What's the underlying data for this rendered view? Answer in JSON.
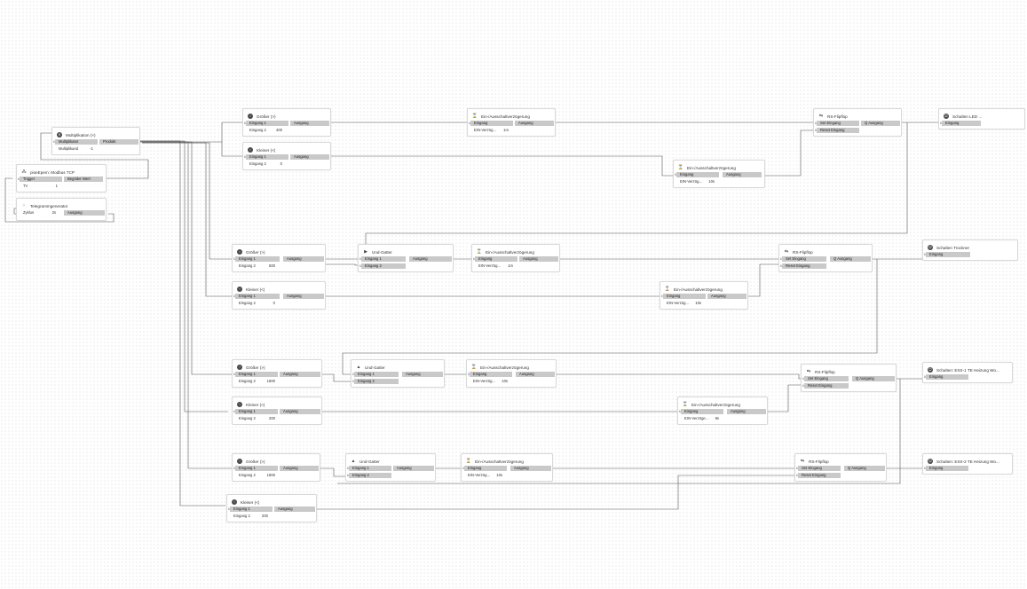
{
  "nodes": {
    "mult": {
      "title": "Multiplikation (×)",
      "in1": "Multiplikator",
      "out1": "Produkt",
      "in2": "Multiplikand",
      "val2": "-1"
    },
    "modbus": {
      "title": "pioeEpem: Modbus TCP",
      "in1": "Trigger",
      "out1": "Begrider Wert",
      "in2": "TV",
      "val2": "1"
    },
    "telegramm": {
      "title": "Telegrammgenerator",
      "in1": "Zyklus",
      "val1": "2s",
      "out1": "Ausgang"
    },
    "g1": {
      "title": "Größer (>)",
      "in1": "Eingang 1",
      "out1": "Ausgang",
      "in2": "Eingang 2",
      "val2": "400"
    },
    "k1": {
      "title": "Kleiner (<)",
      "in1": "Eingang 1",
      "out1": "Ausgang",
      "in2": "Eingang 2",
      "val2": "0"
    },
    "ba1": {
      "title": "Ein-/Ausschaltverzögerung",
      "in1": "Eingang",
      "out1": "Ausgang",
      "in2": "EIN-Verzög…",
      "val2": "1m"
    },
    "ba2": {
      "title": "Ein-/Ausschaltverzögerung",
      "in1": "Eingang",
      "out1": "Ausgang",
      "in2": "EIN-Verzög…",
      "val2": "10s"
    },
    "rs1": {
      "title": "RS-Flipflop",
      "in1": "Set Eingang",
      "out1": "Q Ausgang",
      "in2": "Reset Eingang"
    },
    "sw1": {
      "title": "Schalten LED ...",
      "in1": "Eingang"
    },
    "g2": {
      "title": "Größer (>)",
      "in1": "Eingang 1",
      "out1": "Ausgang",
      "in2": "Eingang 2",
      "val2": "500"
    },
    "k2": {
      "title": "Kleiner (<)",
      "in1": "Eingang 1",
      "out1": "Ausgang",
      "in2": "Eingang 2",
      "val2": "0"
    },
    "and1": {
      "title": "Und-Gatter",
      "in1": "Eingang 1",
      "out1": "Ausgang",
      "in2": "Eingang 2"
    },
    "ba3": {
      "title": "Ein-/Ausschaltverzögerung",
      "in1": "Eingang",
      "out1": "Ausgang",
      "in2": "EIN-Verzög…",
      "val2": "1m"
    },
    "ba4": {
      "title": "Ein-/Ausschaltverzögerung",
      "in1": "Eingang",
      "out1": "Ausgang",
      "in2": "EIN-Verzög…",
      "val2": "10s"
    },
    "rs2": {
      "title": "RS-Flipflop",
      "in1": "Set Eingang",
      "out1": "Q Ausgang",
      "in2": "Reset Eingang"
    },
    "sw2": {
      "title": "Schalten Trockner",
      "in1": "Eingang"
    },
    "g3": {
      "title": "Größer (>)",
      "in1": "Eingang 1",
      "out1": "Ausgang",
      "in2": "Eingang 2",
      "val2": "1800"
    },
    "k3": {
      "title": "Kleiner (<)",
      "in1": "Eingang 1",
      "out1": "Ausgang",
      "in2": "Eingang 2",
      "val2": "200"
    },
    "and2": {
      "title": "Und-Gatter",
      "in1": "Eingang 1",
      "out1": "Ausgang",
      "in2": "Eingang 2"
    },
    "ba5": {
      "title": "Ein-/Ausschaltverzögerung",
      "in1": "Eingang",
      "out1": "Ausgang",
      "in2": "EIN-Verzög…",
      "val2": "10s"
    },
    "ba6": {
      "title": "Ein-/Ausschaltverzögerung",
      "in1": "Eingang",
      "out1": "Ausgang",
      "in2": "EIN-Verzöge…",
      "val2": "9s"
    },
    "rs3": {
      "title": "RS-Flipflop",
      "in1": "Set Eingang",
      "out1": "Q Ausgang",
      "in2": "Reset Eingang"
    },
    "sw3": {
      "title": "Schalten: ESX-1 TE Heizung Wo...",
      "in1": "Eingang"
    },
    "g4": {
      "title": "Größer (>)",
      "in1": "Eingang 1",
      "out1": "Ausgang",
      "in2": "Eingang 2",
      "val2": "1800"
    },
    "k4": {
      "title": "Kleiner (<)",
      "in1": "Eingang 1",
      "out1": "Ausgang",
      "in2": "Eingang 2",
      "val2": "200"
    },
    "and3": {
      "title": "Und-Gatter",
      "in1": "Eingang 1",
      "out1": "Ausgang",
      "in2": "Eingang 2"
    },
    "ba7": {
      "title": "Ein-/Ausschaltverzögerung",
      "in1": "Eingang",
      "out1": "Ausgang",
      "in2": "EIN-Verzög…",
      "val2": "10s"
    },
    "rs4": {
      "title": "RS-Flipflop",
      "in1": "Set Eingang",
      "out1": "Q Ausgang",
      "in2": "Reset Eingang"
    },
    "sw4": {
      "title": "Schalten: ESX-2 TE Heizung Wo...",
      "in1": "Eingang"
    }
  },
  "icons": {
    "mult": "multiply-icon",
    "modbus": "modbus-icon",
    "telegramm": "pulse-icon",
    "compare": "compare-icon",
    "and": "and-gate-icon",
    "delay": "timer-icon",
    "flipflop": "flipflop-icon",
    "switch": "switch-icon"
  }
}
